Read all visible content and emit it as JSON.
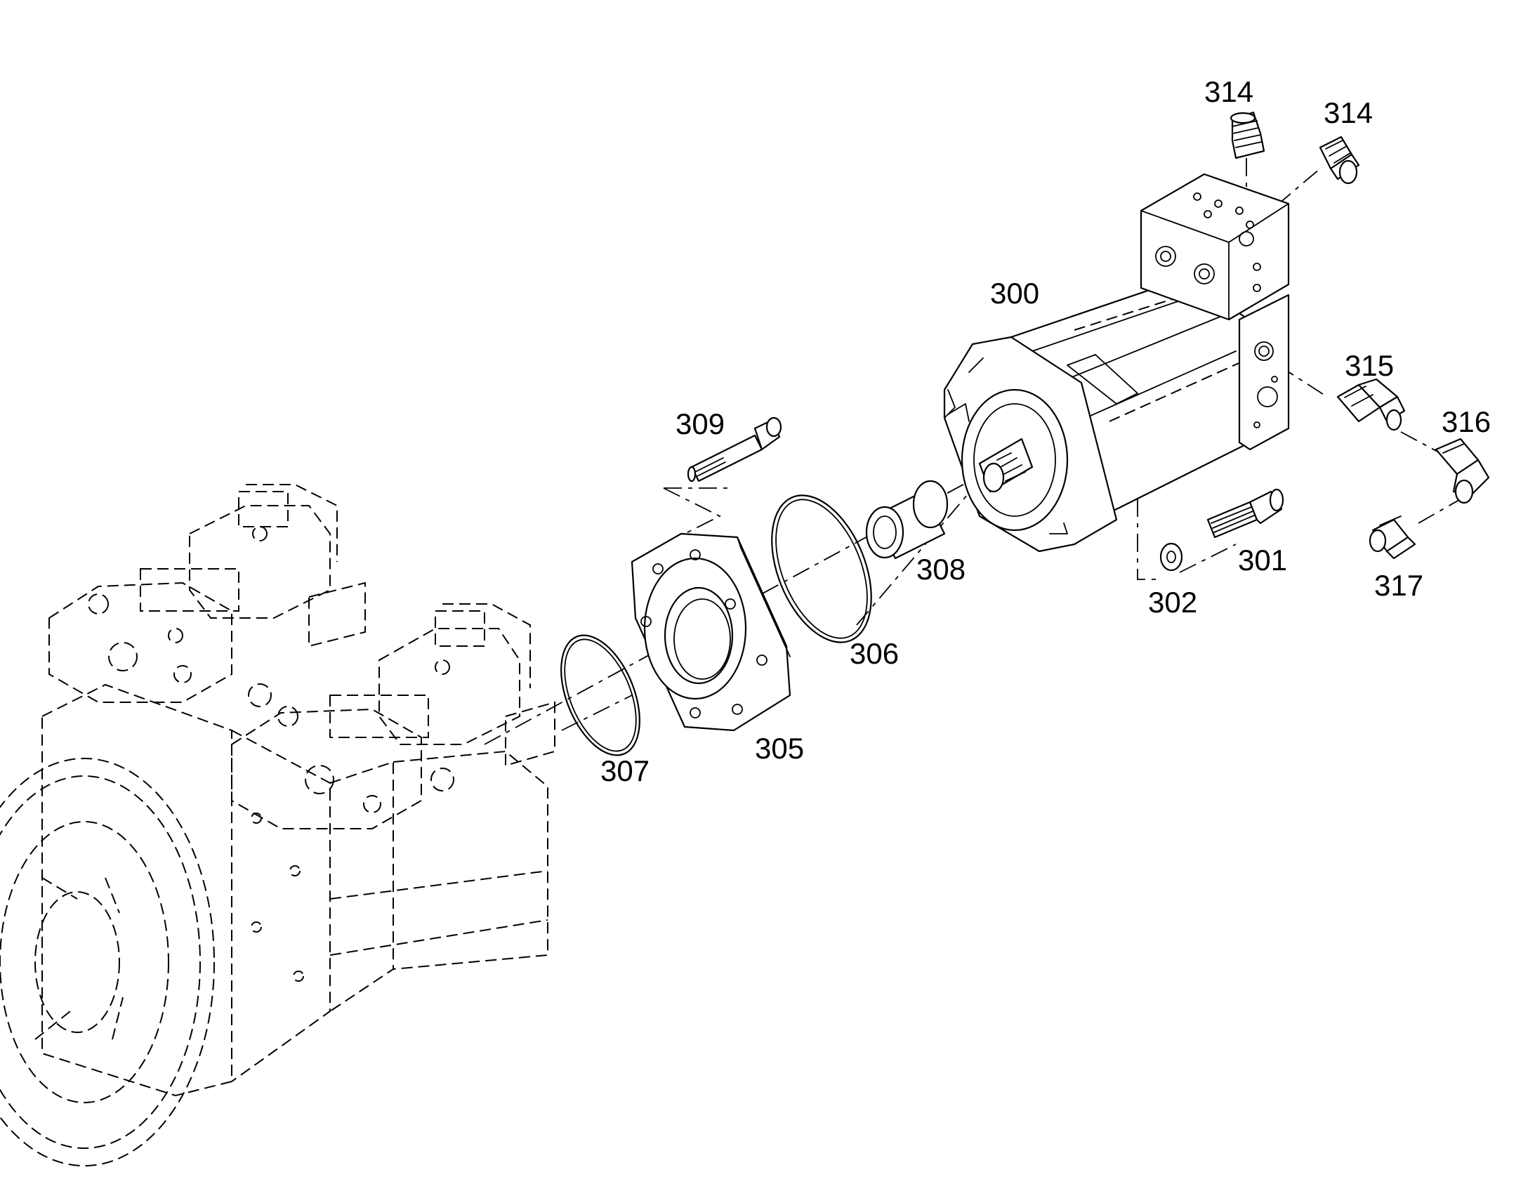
{
  "callouts": {
    "c300": "300",
    "c301": "301",
    "c302": "302",
    "c305": "305",
    "c306": "306",
    "c307": "307",
    "c308": "308",
    "c309": "309",
    "c314a": "314",
    "c314b": "314",
    "c315": "315",
    "c316": "316",
    "c317": "317"
  },
  "colors": {
    "line": "#000000",
    "background": "#ffffff"
  }
}
